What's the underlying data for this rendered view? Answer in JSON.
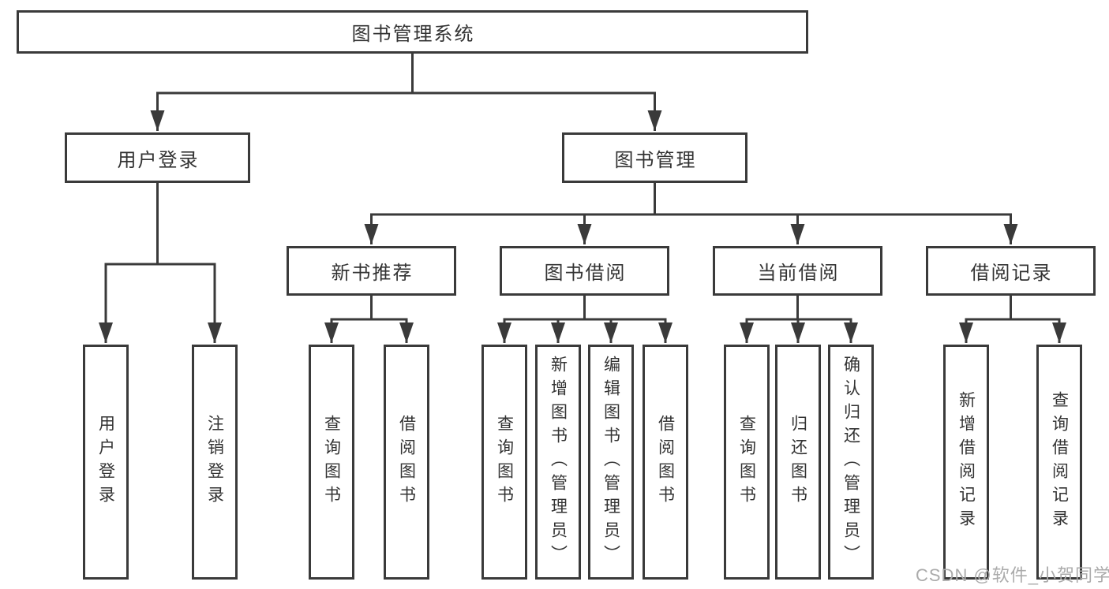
{
  "diagram": {
    "root": {
      "label": "图书管理系统",
      "children": [
        {
          "label": "用户登录",
          "children": [
            {
              "label": "用户登录"
            },
            {
              "label": "注销登录"
            }
          ]
        },
        {
          "label": "图书管理",
          "children": [
            {
              "label": "新书推荐",
              "children": [
                {
                  "label": "查询图书"
                },
                {
                  "label": "借阅图书"
                }
              ]
            },
            {
              "label": "图书借阅",
              "children": [
                {
                  "label": "查询图书"
                },
                {
                  "label": "新增图书（管理员）"
                },
                {
                  "label": "编辑图书（管理员）"
                },
                {
                  "label": "借阅图书"
                }
              ]
            },
            {
              "label": "当前借阅",
              "children": [
                {
                  "label": "查询图书"
                },
                {
                  "label": "归还图书"
                },
                {
                  "label": "确认归还（管理员）"
                }
              ]
            },
            {
              "label": "借阅记录",
              "children": [
                {
                  "label": "新增借阅记录"
                },
                {
                  "label": "查询借阅记录"
                }
              ]
            }
          ]
        }
      ]
    }
  },
  "watermark": {
    "text": "CSDN @软件_小贺同学",
    "color": "#ababab"
  },
  "colors": {
    "line": "#3a3a3a",
    "text": "#333333",
    "background": "#ffffff"
  }
}
